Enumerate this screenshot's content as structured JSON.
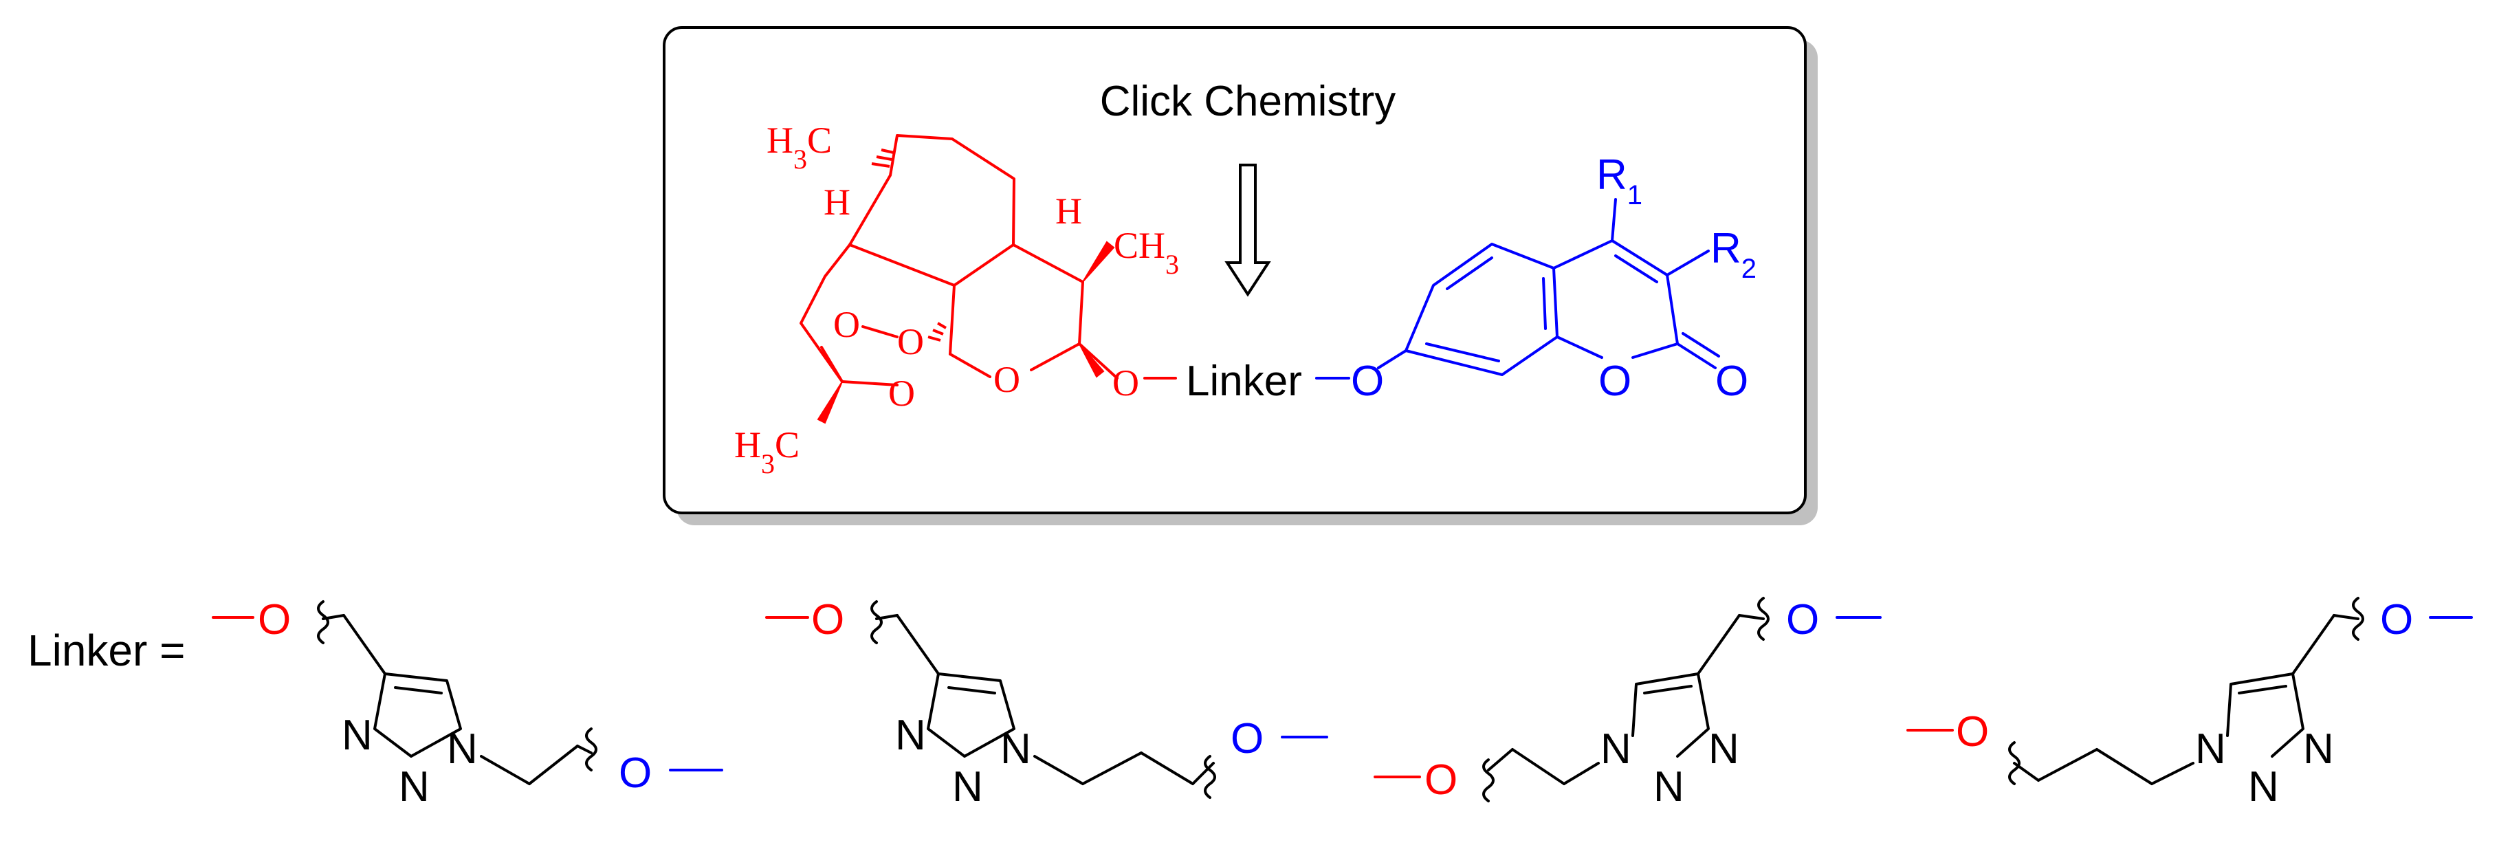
{
  "colors": {
    "artemisinin": "#ff0000",
    "coumarin": "#0000ff",
    "linker": "#000000",
    "box_shadow": "#c0c0c0"
  },
  "header": {
    "title": "Click Chemistry"
  },
  "scheme": {
    "arrow_icon": "open-down-arrow-icon",
    "linker_label": "Linker",
    "artemisinin_atoms": {
      "h3c_top": "H3C",
      "h3c_bottom": "H3C",
      "ch3": "CH3",
      "h_left": "H",
      "h_right": "H",
      "o_peroxide_1": "O",
      "o_peroxide_2": "O",
      "o_bridge": "O",
      "o_ring": "O",
      "o_ether": "O"
    },
    "coumarin_atoms": {
      "o_ether": "O",
      "o_ring": "O",
      "o_carbonyl": "O",
      "r1": "R1",
      "r2": "R2"
    }
  },
  "linkers": {
    "label": "Linker =",
    "items": [
      {
        "o_left": "O",
        "o_right": "O",
        "n1": "N",
        "n2": "N",
        "n3": "N"
      },
      {
        "o_left": "O",
        "o_right": "O",
        "n1": "N",
        "n2": "N",
        "n3": "N"
      },
      {
        "o_left": "O",
        "o_right": "O",
        "n1": "N",
        "n2": "N",
        "n3": "N"
      },
      {
        "o_left": "O",
        "o_right": "O",
        "n1": "N",
        "n2": "N",
        "n3": "N"
      }
    ]
  }
}
